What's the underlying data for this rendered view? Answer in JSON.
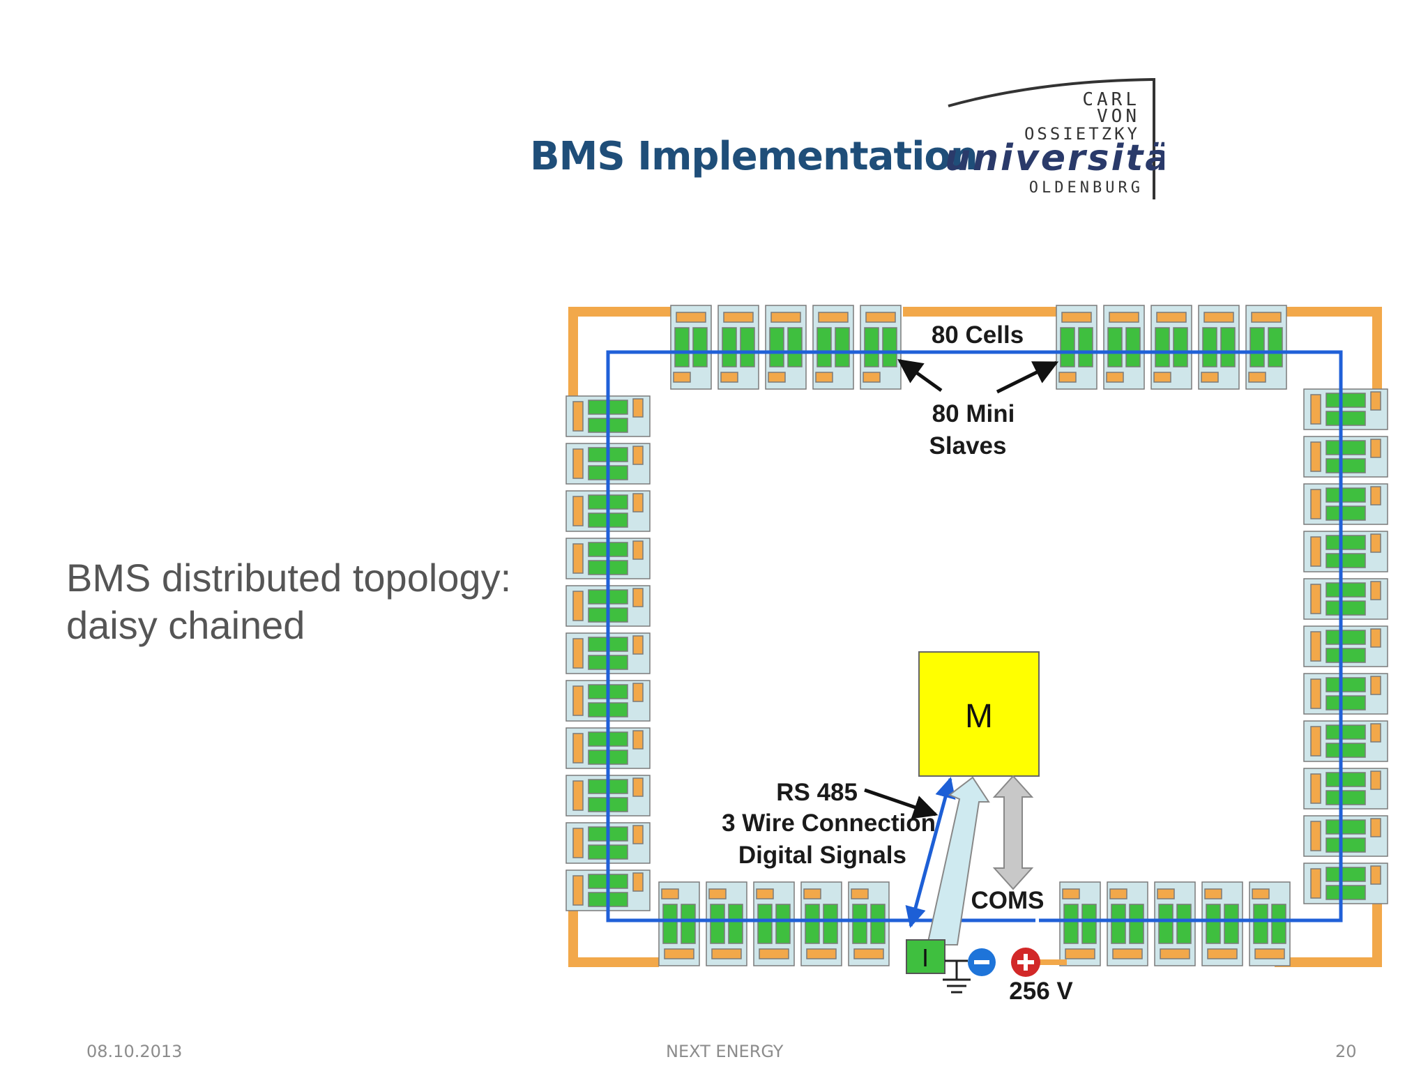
{
  "slide": {
    "title": "BMS Implementation",
    "body_lines": [
      "BMS distributed topology:",
      "daisy chained"
    ],
    "footer": {
      "date": "08.10.2013",
      "center": "NEXT ENERGY",
      "page": "20"
    }
  },
  "logo": {
    "line1": "CARL",
    "line2": "VON",
    "line3": "OSSIETZKY",
    "line4": "universität",
    "line5": "OLDENBURG"
  },
  "diagram": {
    "label_cells": "80 Cells",
    "label_slaves_1": "80 Mini",
    "label_slaves_2": "Slaves",
    "master": "M",
    "label_rs485_1": "RS 485",
    "label_rs485_2": "3 Wire Connection",
    "label_rs485_3": "Digital Signals",
    "label_coms": "COMS",
    "label_voltage": "256 V",
    "current_sensor": "I",
    "colors": {
      "cell": "#f2a84a",
      "slave": "#3fbf3f",
      "bus": "#2060d8",
      "master": "#ffff00",
      "minus": "#1e74d9",
      "plus": "#d22828"
    }
  }
}
